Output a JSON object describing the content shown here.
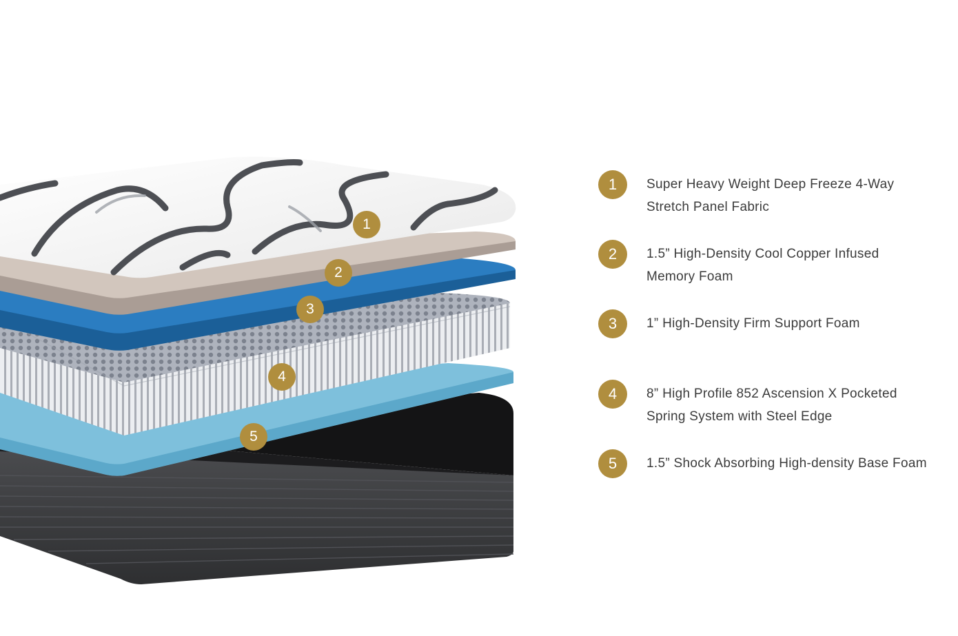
{
  "colors": {
    "badge": "#b08e3e",
    "fabric": "#f4f4f4",
    "copper_foam": "#cbbdb3",
    "support_foam": "#1f72b8",
    "springs": "#c4c8d0",
    "base_foam": "#7cbcd8",
    "base_cover": "#3c3d40"
  },
  "layers": [
    {
      "number": "1",
      "label_line1": "Super Heavy Weight Deep Freeze 4-Way",
      "label_line2": "Stretch Panel Fabric",
      "icon": "fabric-layer-icon"
    },
    {
      "number": "2",
      "label_line1": "1.5” High-Density Cool Copper Infused",
      "label_line2": "Memory Foam",
      "icon": "memory-foam-layer-icon"
    },
    {
      "number": "3",
      "label_line1": "1” High-Density Firm Support Foam",
      "label_line2": "",
      "icon": "support-foam-layer-icon"
    },
    {
      "number": "4",
      "label_line1": "8” High Profile 852 Ascension X Pocketed",
      "label_line2": "Spring System with Steel Edge",
      "icon": "spring-layer-icon"
    },
    {
      "number": "5",
      "label_line1": "1.5” Shock Absorbing High-density Base Foam",
      "label_line2": "",
      "icon": "base-foam-layer-icon"
    }
  ]
}
